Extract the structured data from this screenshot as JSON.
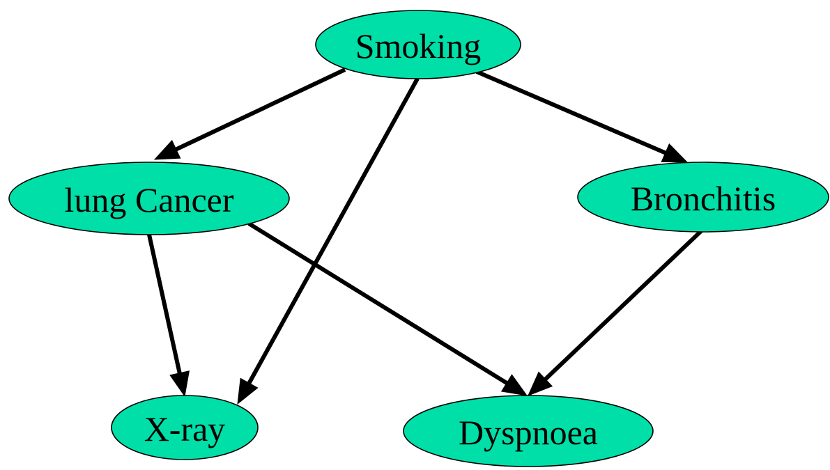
{
  "diagram": {
    "type": "directed-graph",
    "title": "",
    "node_fill": "#00DFA8",
    "node_stroke": "#000000",
    "edge_color": "#000000",
    "nodes": [
      {
        "id": "smoking",
        "label": "Smoking"
      },
      {
        "id": "lung_cancer",
        "label": "lung Cancer"
      },
      {
        "id": "bronchitis",
        "label": "Bronchitis"
      },
      {
        "id": "xray",
        "label": "X-ray"
      },
      {
        "id": "dyspnoea",
        "label": "Dyspnoea"
      }
    ],
    "edges": [
      {
        "from": "smoking",
        "to": "lung_cancer"
      },
      {
        "from": "smoking",
        "to": "bronchitis"
      },
      {
        "from": "smoking",
        "to": "xray"
      },
      {
        "from": "lung_cancer",
        "to": "xray"
      },
      {
        "from": "lung_cancer",
        "to": "dyspnoea"
      },
      {
        "from": "bronchitis",
        "to": "dyspnoea"
      }
    ]
  }
}
